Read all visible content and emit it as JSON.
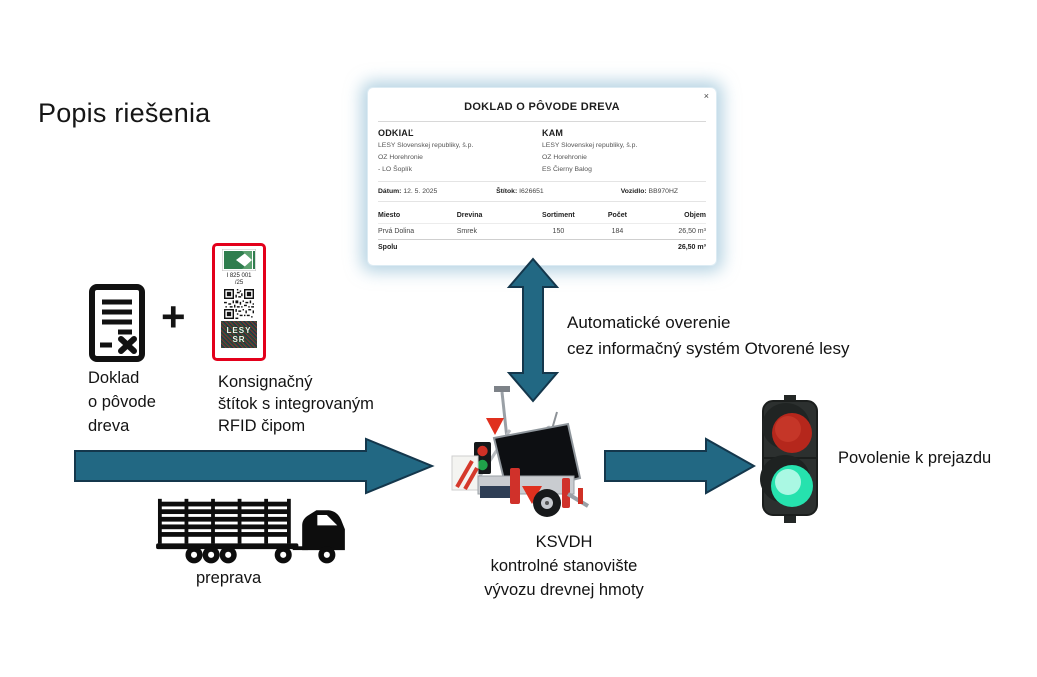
{
  "title": "Popis riešenia",
  "colors": {
    "arrow": "#226883",
    "arrow_outline": "#14374c",
    "tag_border": "#e3001b",
    "traffic_red": "#c1271b",
    "traffic_green": "#26e2ae",
    "modal_glow": "#7cb0cc"
  },
  "modal": {
    "close_icon": "×",
    "title": "DOKLAD O PÔVODE DREVA",
    "from": {
      "heading": "ODKIAĽ",
      "lines": [
        "LESY Slovenskej republiky, š.p.",
        "OZ Horehronie",
        "- LO Šoplík"
      ]
    },
    "to": {
      "heading": "KAM",
      "lines": [
        "LESY Slovenskej republiky, š.p.",
        "OZ Horehronie",
        "ES Čierny Balog"
      ]
    },
    "meta": [
      {
        "label": "Dátum:",
        "value": "12. 5. 2025"
      },
      {
        "label": "Štítok:",
        "value": "I626651"
      },
      {
        "label": "Vozidlo:",
        "value": "BB970HZ"
      }
    ],
    "table": {
      "headers": [
        "Miesto",
        "Drevina",
        "Sortiment",
        "Počet",
        "Objem"
      ],
      "row": [
        "Prvá Dolina",
        "Smrek",
        "150",
        "184",
        "26,50 m³"
      ],
      "total_label": "Spolu",
      "total_value": "26,50 m³"
    }
  },
  "left_group": {
    "plus": "+",
    "document_label": [
      "Doklad",
      "o pôvode",
      "dreva"
    ],
    "tag_label": [
      "Konsignačný",
      "štítok s integrovaným",
      "RFID čipom"
    ],
    "tag": {
      "code_line1": "I 825 001",
      "code_line2": "/25",
      "brand_line1": "LESY",
      "brand_line2": "SR"
    }
  },
  "transport": {
    "label": "preprava"
  },
  "station": {
    "label": [
      "KSVDH",
      "kontrolné stanovište",
      "vývozu drevnej hmoty"
    ]
  },
  "verification": {
    "label": [
      "Automatické overenie",
      "cez informačný systém Otvorené lesy"
    ]
  },
  "result": {
    "label": "Povolenie k prejazdu"
  }
}
